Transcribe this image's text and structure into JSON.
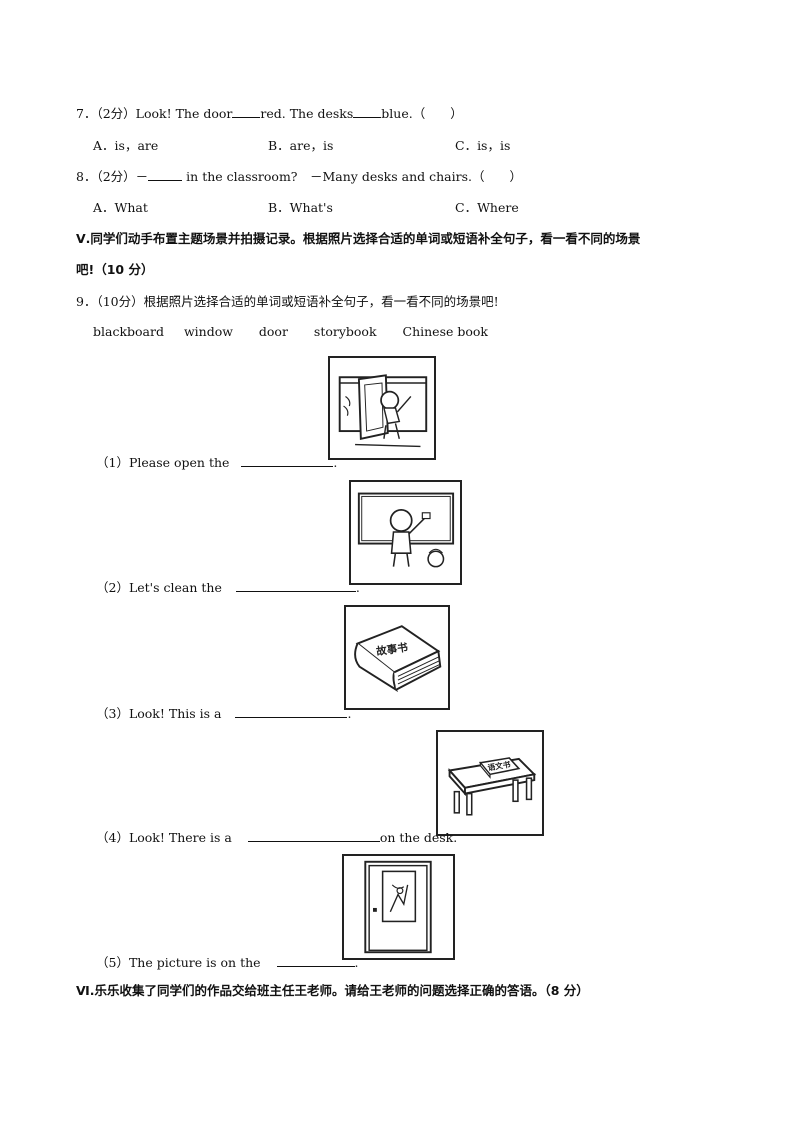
{
  "q7": {
    "number": "7",
    "score": "（2分）",
    "text_a": "Look! The door",
    "text_b": "red. The desks",
    "text_c": "blue.",
    "paren": "（　　）",
    "options": [
      "A．is，are",
      "B．are，is",
      "C．is，is"
    ]
  },
  "q8": {
    "number": "8",
    "score": "（2分）",
    "text_a": "－",
    "text_b": "in the classroom?　－Many desks and chairs.",
    "paren": "（　　）",
    "options": [
      "A．What",
      "B．What's",
      "C．Where"
    ]
  },
  "section5": {
    "line1": "Ⅴ.同学们动手布置主题场景并拍摄记录。根据照片选择合适的单词或短语补全句子，看一看不同的场景",
    "line2": "吧!（10 分）"
  },
  "q9": {
    "number": "9",
    "prompt": "（10分）根据照片选择合适的单词或短语补全句子，看一看不同的场景吧!",
    "words": [
      "blackboard",
      "window",
      "door",
      "storybook",
      "Chinese book"
    ],
    "items": [
      {
        "label": "（1）Please open the",
        "tail": "."
      },
      {
        "label": "（2）Let's clean the",
        "tail": "."
      },
      {
        "label": "（3）Look! This is a",
        "tail": "."
      },
      {
        "label": "（4）Look! There is a",
        "tail": "on the desk."
      },
      {
        "label": "（5）The picture is on the",
        "tail": "."
      }
    ],
    "pic_text_storybook": "故事书",
    "pic_text_chinese": "语文书"
  },
  "section6": {
    "line1": "Ⅵ.乐乐收集了同学们的作品交给班主任王老师。请给王老师的问题选择正确的答语。（8 分）"
  }
}
